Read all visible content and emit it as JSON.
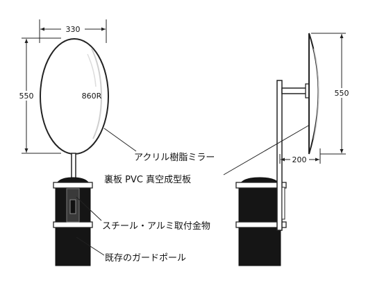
{
  "front_view": {
    "width_dim": "330",
    "height_dim": "550",
    "radius_label": "860R"
  },
  "side_view": {
    "height_dim": "550",
    "depth_dim": "200"
  },
  "callouts": {
    "mirror": "アクリル樹脂ミラー",
    "back_plate": "裏板 PVC 真空成型板",
    "bracket": "スチール・アルミ取付金物",
    "pole": "既存のガードポール"
  },
  "colors": {
    "line": "#222222",
    "pole": "#151515",
    "pole_highlight": "#3a3a3a",
    "mirror_edge_shade": "#cfcfcf"
  }
}
